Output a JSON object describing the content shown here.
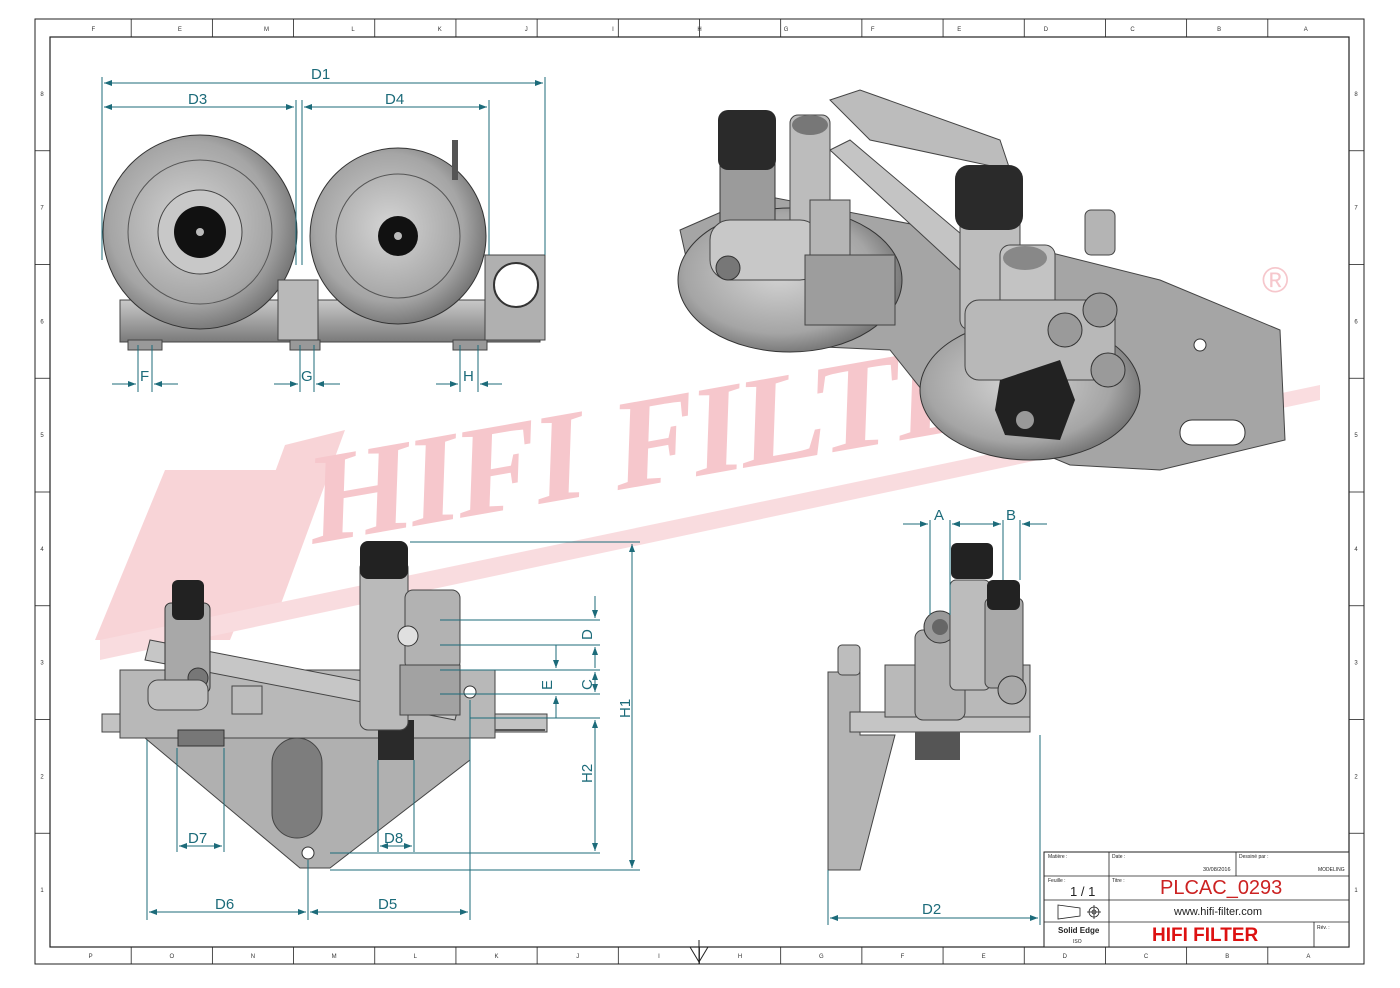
{
  "dimensions": {
    "D1": "D1",
    "D3": "D3",
    "D4": "D4",
    "F": "F",
    "G": "G",
    "H": "H",
    "A": "A",
    "B": "B",
    "C": "C",
    "D": "D",
    "E": "E",
    "H1": "H1",
    "H2": "H2",
    "D2": "D2",
    "D5": "D5",
    "D6": "D6",
    "D7": "D7",
    "D8": "D8"
  },
  "zones": {
    "top": [
      "F",
      "E",
      "M",
      "L",
      "K",
      "J",
      "I",
      "H",
      "G",
      "F",
      "E",
      "D",
      "C",
      "B",
      "A"
    ],
    "bottom": [
      "P",
      "O",
      "N",
      "M",
      "L",
      "K",
      "J",
      "I",
      "H",
      "G",
      "F",
      "E",
      "D",
      "C",
      "B",
      "A"
    ],
    "right": [
      "8",
      "7",
      "6",
      "5",
      "4",
      "3",
      "2",
      "1"
    ]
  },
  "title_block": {
    "matiere_label": "Matière :",
    "date_label": "Date :",
    "date_value": "30/08/2016",
    "dessine_label": "Dessiné par :",
    "dessine_value": "MODELING",
    "feuille_label": "Feuille :",
    "feuille_value": "1 / 1",
    "titre_label": "Titre :",
    "part_number": "PLCAC_0293",
    "website": "www.hifi-filter.com",
    "software": "Solid Edge",
    "software_sub": "ISO",
    "company": "HIFI FILTER",
    "rev_label": "Rév. :"
  },
  "watermark": {
    "text": "HIFI FILTER",
    "registered": "®",
    "color": "#f0a0a8"
  },
  "colors": {
    "dimension": "#1c6b7a",
    "part_number": "#cc2222",
    "company": "#dd1111"
  }
}
